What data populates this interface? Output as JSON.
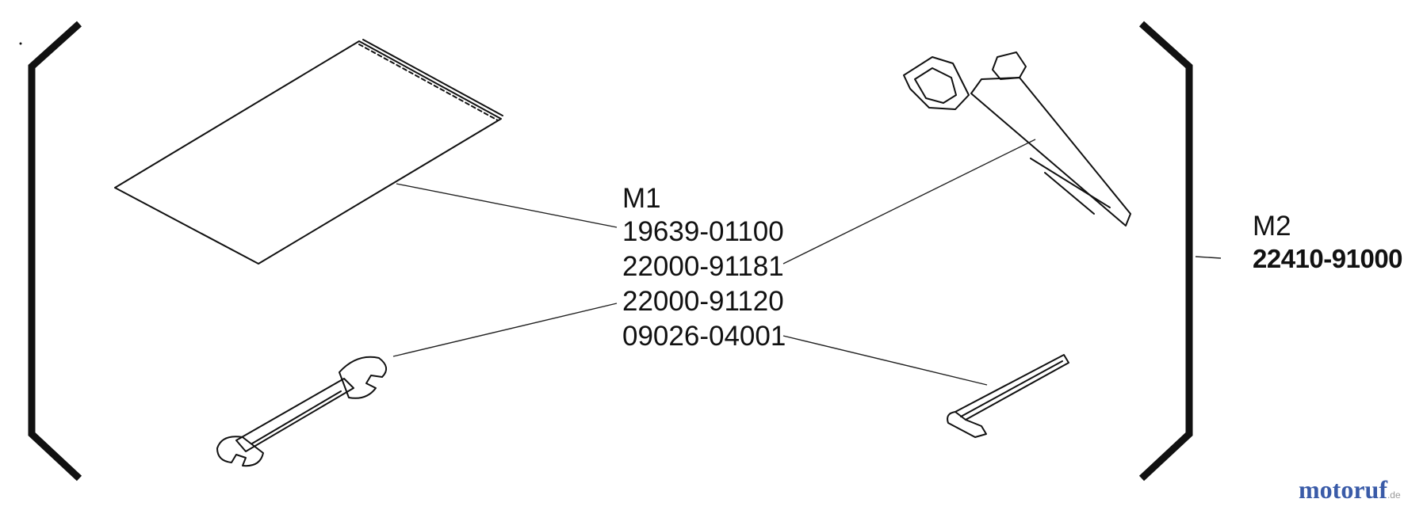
{
  "group_m1": {
    "label": "M1",
    "parts": [
      "19639-01100",
      "22000-91181",
      "22000-91120",
      "09026-04001"
    ]
  },
  "group_m2": {
    "label": "M2",
    "part": "22410-91000"
  },
  "watermark": {
    "part_a": "motoruf",
    "part_b": "",
    "suffix": ".de"
  }
}
